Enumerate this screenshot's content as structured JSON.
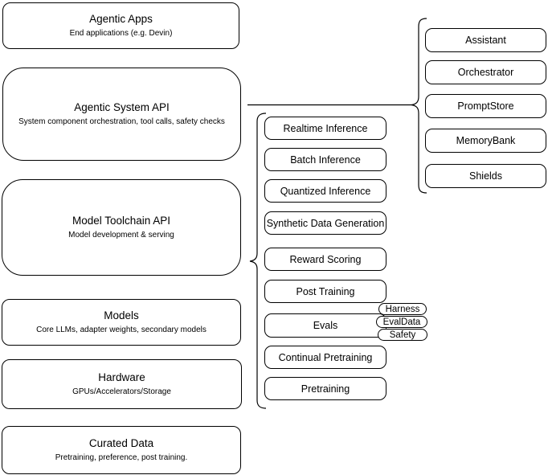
{
  "left_stack": [
    {
      "title": "Agentic Apps",
      "subtitle": "End applications (e.g. Devin)"
    },
    {
      "title": "Agentic System API",
      "subtitle": "System component orchestration, tool calls, safety checks"
    },
    {
      "title": "Model Toolchain API",
      "subtitle": "Model development & serving"
    },
    {
      "title": "Models",
      "subtitle": "Core LLMs, adapter weights, secondary models"
    },
    {
      "title": "Hardware",
      "subtitle": "GPUs/Accelerators/Storage"
    },
    {
      "title": "Curated Data",
      "subtitle": "Pretraining, preference, post training."
    }
  ],
  "toolchain_group": {
    "items": [
      "Realtime Inference",
      "Batch Inference",
      "Quantized Inference",
      "Synthetic Data Generation",
      "Reward Scoring",
      "Post Training",
      "Evals",
      "Continual Pretraining",
      "Pretraining"
    ],
    "evals_badges": [
      "Harness",
      "EvalData",
      "Safety"
    ]
  },
  "system_group": {
    "items": [
      "Assistant",
      "Orchestrator",
      "PromptStore",
      "MemoryBank",
      "Shields"
    ]
  },
  "colors": {
    "stroke": "#000000",
    "fill": "#ffffff",
    "text": "#000000"
  }
}
